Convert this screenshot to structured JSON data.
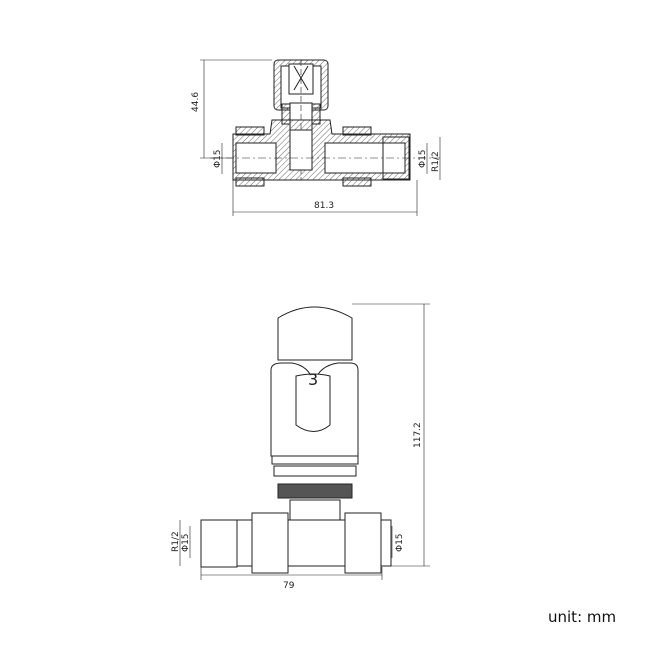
{
  "drawing": {
    "top_view": {
      "dimensions": {
        "height": "44.6",
        "length": "81.3",
        "inlet_diameter": "Φ15",
        "outlet_diameter": "Φ15",
        "thread": "R1/2"
      }
    },
    "front_view": {
      "dimensions": {
        "height": "117.2",
        "length": "79",
        "thread": "R1/2",
        "inlet_diameter": "Φ15",
        "outlet_diameter": "Φ15"
      },
      "head_setting": "3"
    },
    "unit_label": "unit: mm"
  }
}
